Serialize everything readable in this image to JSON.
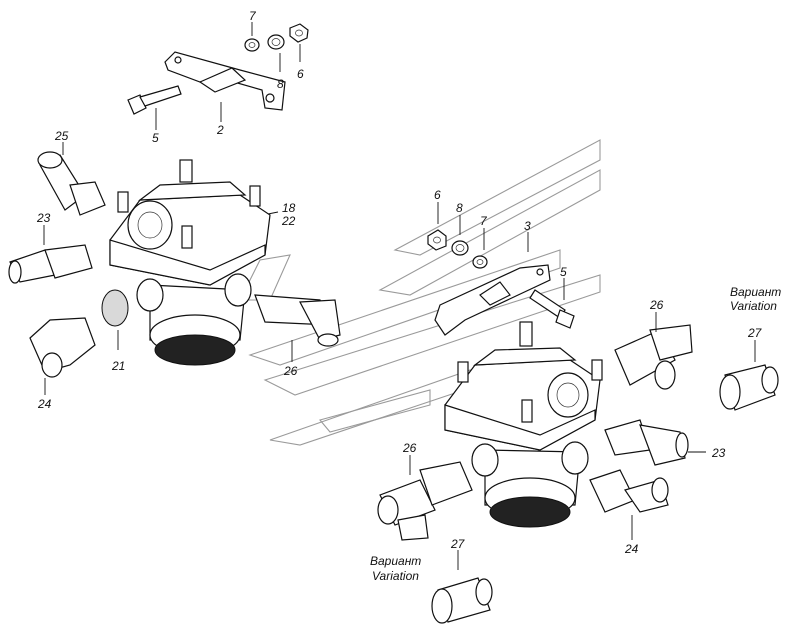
{
  "labels": {
    "l1": "7",
    "l2": "8",
    "l3": "6",
    "l4": "5",
    "l5": "2",
    "l6": "25",
    "l7": "18",
    "l8": "22",
    "l9": "23",
    "l10": "21",
    "l11": "24",
    "l12": "26",
    "l13": "6",
    "l14": "8",
    "l15": "7",
    "l16": "3",
    "l17": "5",
    "l18": "26",
    "l19": "27",
    "l20": "23",
    "l21": "26",
    "l22": "24",
    "l23": "27"
  },
  "variant1": {
    "ru": "Вариант",
    "en": "Variation"
  },
  "variant2": {
    "ru": "Вариант",
    "en": "Variation"
  }
}
